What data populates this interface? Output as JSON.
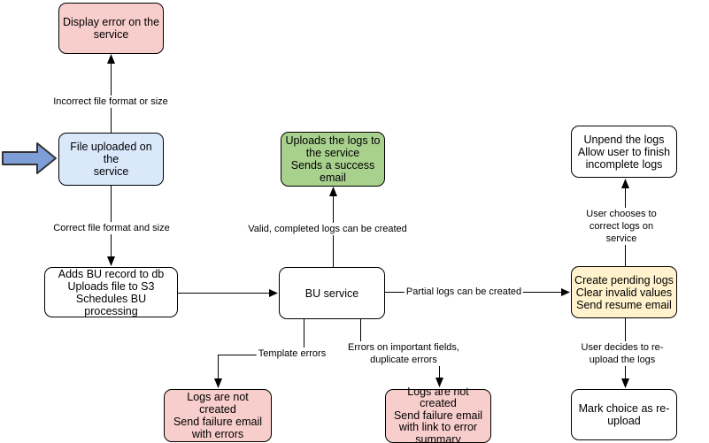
{
  "diagram": {
    "type": "flowchart",
    "nodes": {
      "display_error": {
        "text": "Display error on the\nservice",
        "color_role": "error"
      },
      "file_uploaded": {
        "text": "File uploaded on the\nservice",
        "color_role": "entry"
      },
      "adds_bu_record": {
        "text": "Adds BU record to db\nUploads file to S3\nSchedules BU processing",
        "color_role": "plain"
      },
      "bu_service": {
        "text": "BU service",
        "color_role": "plain"
      },
      "uploads_logs": {
        "text": "Uploads the logs to\nthe service\nSends a success\nemail",
        "color_role": "success"
      },
      "create_pending": {
        "text": "Create pending logs\nClear invalid values\nSend resume email",
        "color_role": "pending"
      },
      "unpend_logs": {
        "text": "Unpend the logs\nAllow user to finish\nincomplete logs",
        "color_role": "plain"
      },
      "mark_choice": {
        "text": "Mark choice as re-\nupload",
        "color_role": "plain"
      },
      "logs_not_created_errors": {
        "text": "Logs are not created\nSend failure email\nwith errors",
        "color_role": "error"
      },
      "logs_not_created_summary": {
        "text": "Logs are not created\nSend failure email\nwith link to error\nsummary",
        "color_role": "error"
      }
    },
    "edge_labels": {
      "incorrect_file": "Incorrect file format or size",
      "correct_file": "Correct file format and size",
      "valid_completed": "Valid, completed logs can be created",
      "partial_logs": "Partial logs can be created",
      "template_errors": "Template errors",
      "important_fields": "Errors on important fields,\nduplicate errors",
      "user_corrects": "User chooses to correct logs on service",
      "user_reuploads": "User decides to re-upload the logs"
    },
    "colors": {
      "error_fill": "#f8cecc",
      "entry_fill": "#dae8fc",
      "success_fill": "#a9d18e",
      "pending_fill": "#fff2cc",
      "plain_fill": "#ffffff",
      "node_border": "#000000",
      "line": "#000000",
      "arrow_fill": "#7d9ed7",
      "arrow_stroke": "#333333"
    }
  }
}
